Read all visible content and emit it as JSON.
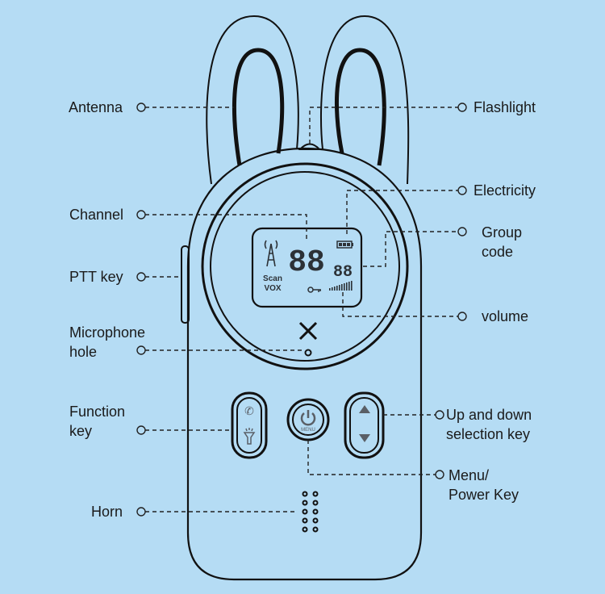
{
  "colors": {
    "background": "#b5dcf4",
    "line": "#111111",
    "icon": "#5a5f66"
  },
  "lcd": {
    "scan": "Scan",
    "vox": "VOX",
    "channel_digits": "88",
    "group_digits": "88"
  },
  "buttons": {
    "menu": "MENU"
  },
  "labels": {
    "antenna": "Antenna",
    "flashlight": "Flashlight",
    "electricity": "Electricity",
    "channel": "Channel",
    "group_code_1": "Group",
    "group_code_2": "code",
    "ptt_key": "PTT key",
    "volume": "volume",
    "microphone_1": "Microphone",
    "microphone_2": "hole",
    "function_1": "Function",
    "function_2": "key",
    "updown_1": "Up and down",
    "updown_2": "selection key",
    "menu_1": "Menu/",
    "menu_2": "Power Key",
    "horn": "Horn"
  }
}
